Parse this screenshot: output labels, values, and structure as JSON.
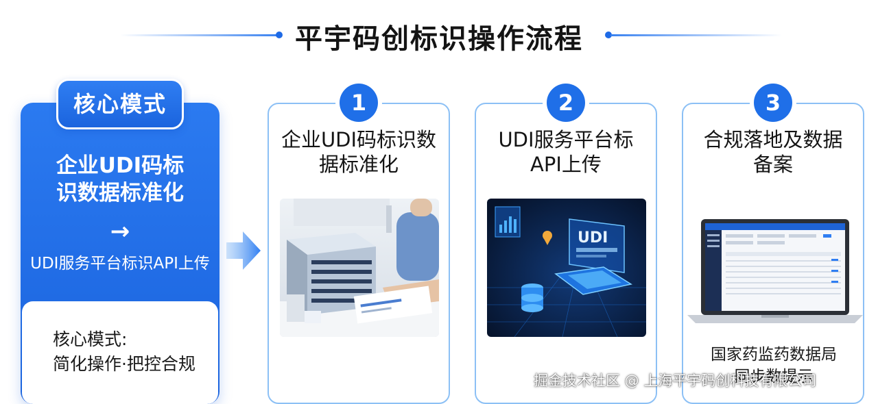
{
  "title": "平宇码创标识操作流程",
  "core": {
    "badge": "核心模式",
    "main_line1": "企业UDI码标",
    "main_line2": "识数据标准化",
    "arrow": "→",
    "sub": "UDI服务平台标识API上传",
    "bottom_line1": "核心模式:",
    "bottom_line2": "简化操作·把控合规"
  },
  "steps": [
    {
      "number": "1",
      "title_line1": "企业UDI码标识数",
      "title_line2": "据标准化"
    },
    {
      "number": "2",
      "title_line1": "UDI服务平台标",
      "title_line2": "API上传",
      "image_label": "UDI"
    },
    {
      "number": "3",
      "title_line1": "合规落地及数据",
      "title_line2": "备案",
      "footer_line1": "国家药监药数据局",
      "footer_line2": "同步数提示"
    }
  ],
  "watermark": "掘金技术社区 @ 上海平宇码创科技有限公司",
  "colors": {
    "accent": "#1f6fe8",
    "card_border": "#8cc0f5"
  }
}
